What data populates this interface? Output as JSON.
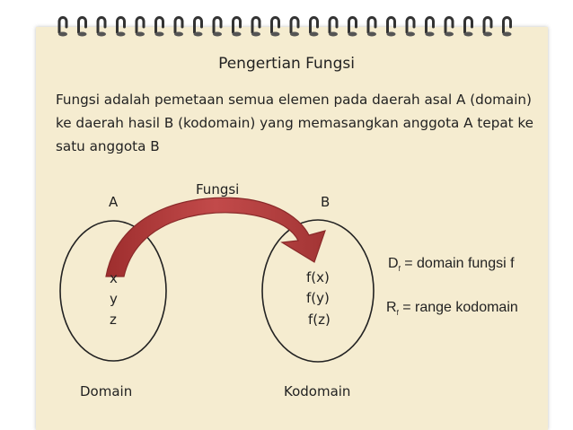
{
  "title": "Pengertian Fungsi",
  "definition": "Fungsi adalah pemetaan semua elemen pada daerah asal A (domain) ke daerah hasil B (kodomain) yang memasangkan anggota A tepat ke satu anggota B",
  "diagram": {
    "set_a_label": "A",
    "set_b_label": "B",
    "arrow_label": "Fungsi",
    "domain_items": [
      "x",
      "y",
      "z"
    ],
    "codomain_items": [
      "f(x)",
      "f(y)",
      "f(z)"
    ],
    "domain_caption": "Domain",
    "codomain_caption": "Kodomain"
  },
  "notes": {
    "df_main": "D",
    "df_sub": "f",
    "df_rest": " = domain fungsi f",
    "rf_main": "R",
    "rf_sub": "f",
    "rf_rest": " = range kodomain"
  },
  "colors": {
    "paper": "#f5ecd0",
    "arrow_fill": "#b23a3a",
    "arrow_outline": "#8a2a2a",
    "oval_stroke": "#222222",
    "rings": "#333333"
  }
}
